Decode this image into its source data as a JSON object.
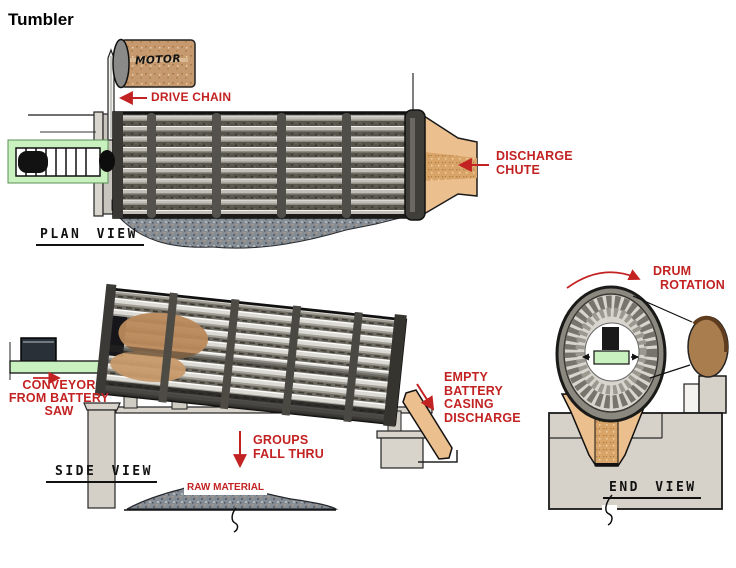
{
  "title": "Tumbler",
  "colors": {
    "label_red": "#c32222",
    "chute_tan": "#ecbf8e",
    "conveyor_green": "#c9f0bf",
    "machine_grey": "#d6d2ca"
  },
  "plan_view": {
    "label": "PLAN VIEW",
    "motor": "MOTOR",
    "drive_chain": "DRIVE CHAIN",
    "discharge_chute": [
      "DISCHARGE",
      "CHUTE"
    ]
  },
  "side_view": {
    "label": "SIDE VIEW",
    "conveyor": [
      "CONVEYOR",
      "FROM BATTERY",
      "SAW"
    ],
    "groups": [
      "GROUPS",
      "FALL THRU"
    ],
    "raw_material": "RAW MATERIAL",
    "empty_discharge": [
      "EMPTY",
      "BATTERY",
      "CASING",
      "DISCHARGE"
    ]
  },
  "end_view": {
    "label": "END VIEW",
    "drum_rotation": [
      "DRUM",
      "ROTATION"
    ]
  }
}
